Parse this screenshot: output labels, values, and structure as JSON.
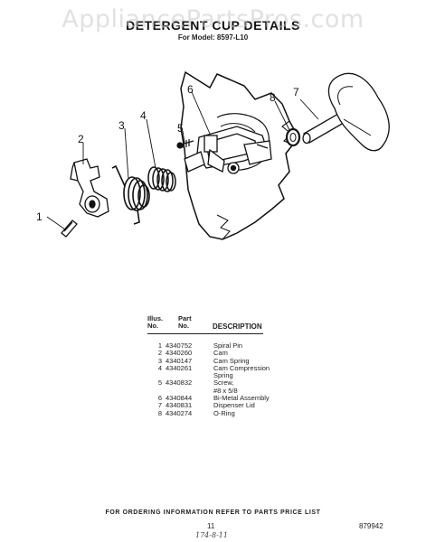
{
  "watermark": "AppliancePartsPros.com",
  "title": "DETERGENT CUP DETAILS",
  "subtitle": "For Model: 8597-L10",
  "callouts": [
    "1",
    "2",
    "3",
    "4",
    "5",
    "6",
    "7",
    "8"
  ],
  "parts_table": {
    "header_illus": "Illus. No.",
    "header_part": "Part No.",
    "header_description": "DESCRIPTION",
    "rows": [
      {
        "no": "1",
        "part": "4340752",
        "desc": "Spiral Pin"
      },
      {
        "no": "2",
        "part": "4340260",
        "desc": "Cam"
      },
      {
        "no": "3",
        "part": "4340147",
        "desc": "Cam Spring"
      },
      {
        "no": "4",
        "part": "4340261",
        "desc": "Cam Compression"
      },
      {
        "no": "",
        "part": "",
        "desc": "Spring"
      },
      {
        "no": "5",
        "part": "4340832",
        "desc": "Screw,"
      },
      {
        "no": "",
        "part": "",
        "desc": "#8 x 5/8"
      },
      {
        "no": "6",
        "part": "4340844",
        "desc": "Bi-Metal Assembly"
      },
      {
        "no": "7",
        "part": "4340831",
        "desc": "Dispenser Lid"
      },
      {
        "no": "8",
        "part": "4340274",
        "desc": "O-Ring"
      }
    ]
  },
  "footer_note": "FOR ORDERING INFORMATION REFER TO PARTS PRICE LIST",
  "page_number": "11",
  "document_number": "879942",
  "handwritten_note": "174-8-11"
}
